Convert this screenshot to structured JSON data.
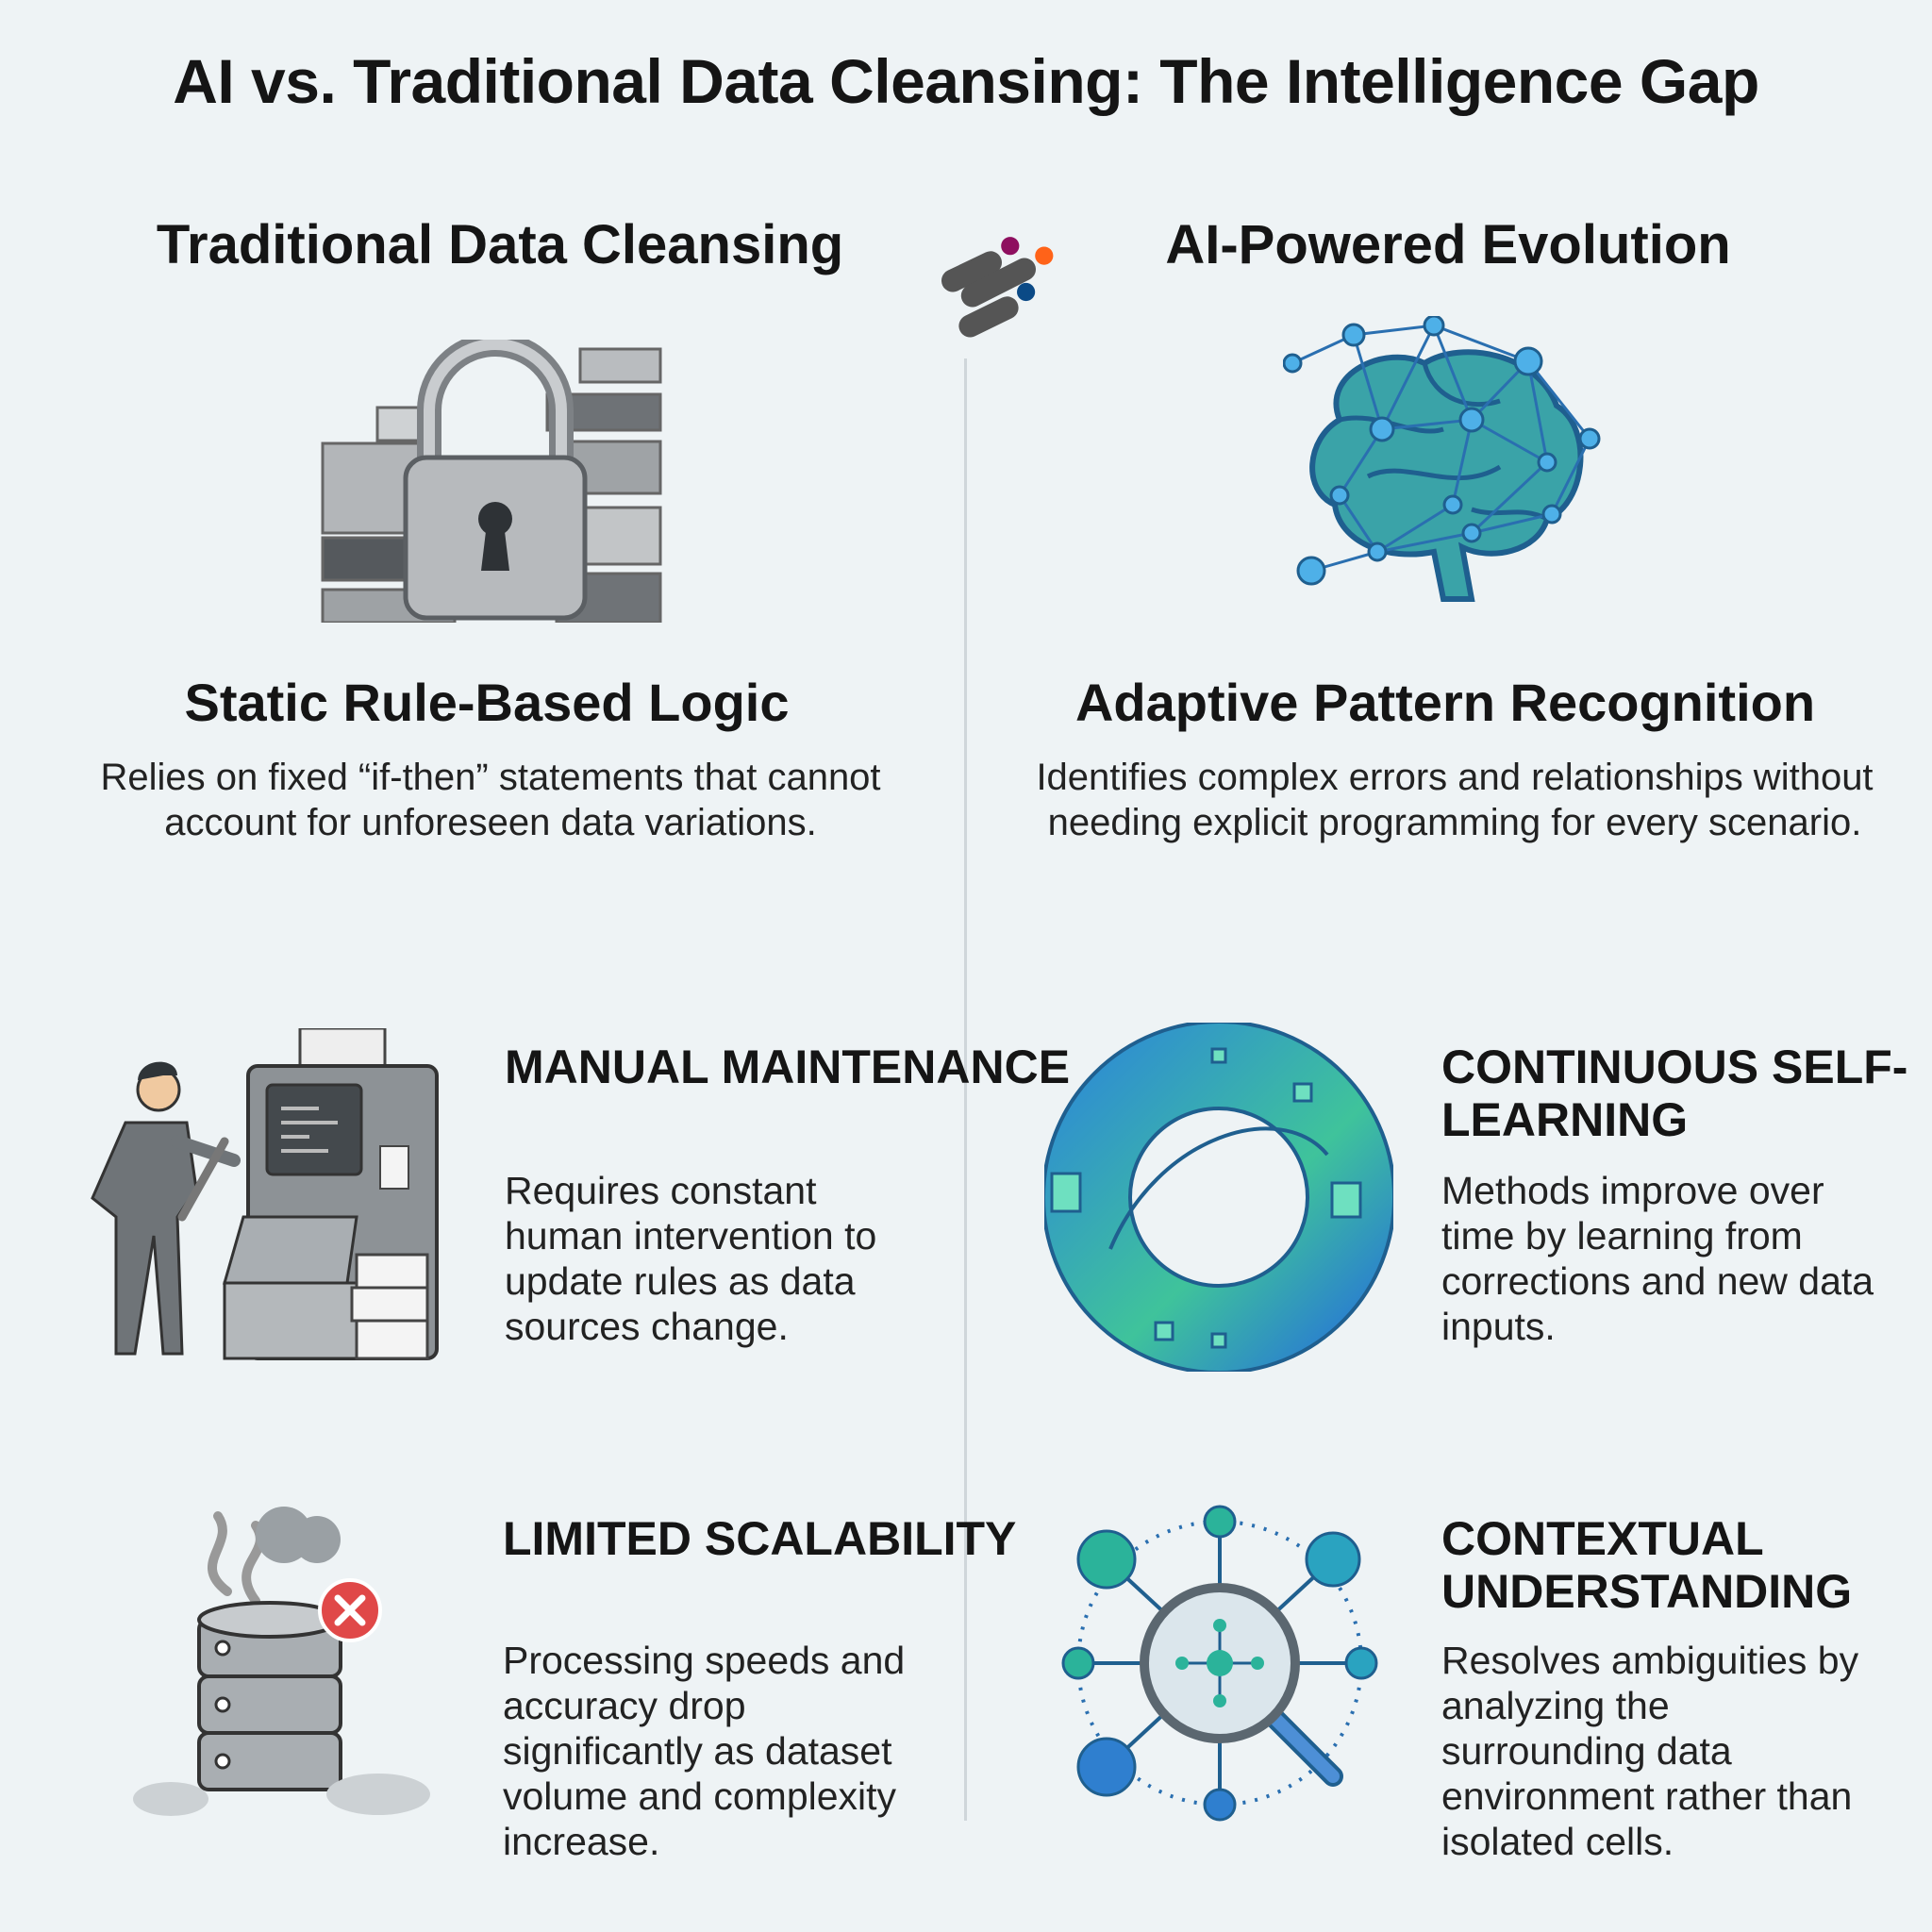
{
  "title": "AI vs. Traditional Data Cleansing: The Intelligence Gap",
  "left_column": {
    "heading": "Traditional Data Cleansing",
    "hero": {
      "icon": "padlock-icon",
      "title": "Static Rule-Based Logic",
      "description": "Relies on fixed “if-then” statements that cannot account for unforeseen data variations."
    },
    "features": [
      {
        "icon": "technician-machine-icon",
        "title": "Manual Maintenance",
        "description": "Requires constant human intervention to update rules as data sources change."
      },
      {
        "icon": "failing-database-icon",
        "title": "Limited Scalability",
        "description": "Processing speeds and accuracy drop significantly as dataset volume and complexity increase."
      }
    ]
  },
  "right_column": {
    "heading": "AI-Powered Evolution",
    "hero": {
      "icon": "neural-brain-icon",
      "title": "Adaptive Pattern Recognition",
      "description": "Identifies complex errors and relationships without needing explicit programming for every scenario."
    },
    "features": [
      {
        "icon": "learning-loop-icon",
        "title": "Continuous Self-Learning",
        "description": "Methods improve over time by learning from corrections and new data inputs."
      },
      {
        "icon": "context-network-magnifier-icon",
        "title": "Contextual Understanding",
        "description": "Resolves ambiguities by analyzing the surrounding data environment rather than isolated cells."
      }
    ]
  },
  "colors": {
    "logo_purple": "#8e0f5f",
    "logo_orange": "#ff6319",
    "logo_blue": "#0b4a86",
    "logo_gray": "#555555",
    "ai_teal": "#2bb39a",
    "ai_blue": "#2f7fcf",
    "gray": "#8a8f94"
  }
}
